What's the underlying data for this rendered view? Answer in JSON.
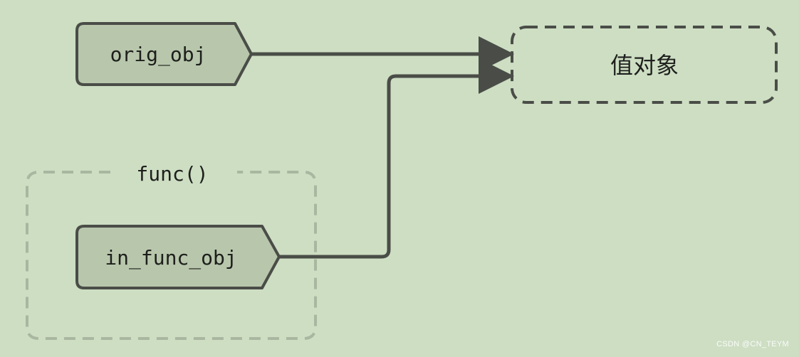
{
  "diagram": {
    "nodes": {
      "orig_obj": {
        "label": "orig_obj"
      },
      "in_func_obj": {
        "label": "in_func_obj"
      },
      "value_object": {
        "label": "值对象"
      }
    },
    "groups": {
      "func": {
        "label": "func()"
      }
    },
    "edges": [
      {
        "from": "orig_obj",
        "to": "value_object"
      },
      {
        "from": "in_func_obj",
        "to": "value_object"
      }
    ]
  },
  "colors": {
    "background": "#cddec3",
    "node_fill": "#b8c7ac",
    "stroke": "#4a4d47",
    "group_stroke": "#a9b7a1",
    "text": "#1e1f1c"
  },
  "watermark": "CSDN @CN_TEYM"
}
